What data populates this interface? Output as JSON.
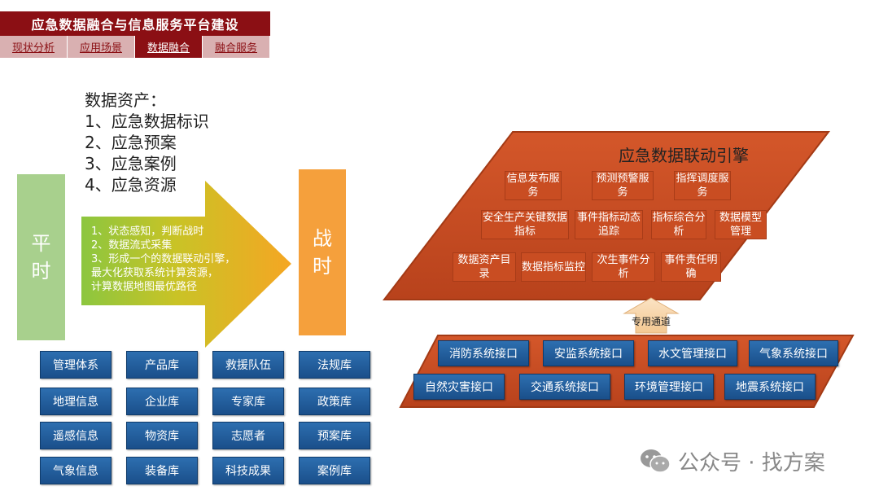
{
  "header": {
    "title": "应急数据融合与信息服务平台建设",
    "tabs": [
      {
        "label": "现状分析",
        "active": false
      },
      {
        "label": "应用场景",
        "active": false
      },
      {
        "label": "数据融合",
        "active": true
      },
      {
        "label": "融合服务",
        "active": false
      }
    ]
  },
  "assets": {
    "heading": "数据资产：",
    "items": [
      "1、应急数据标识",
      "2、应急预案",
      "3、应急案例",
      "4、应急资源"
    ]
  },
  "peace_label": [
    "平",
    "时"
  ],
  "war_label": [
    "战",
    "时"
  ],
  "arrow_lines": [
    "1、状态感知，判断战时",
    "2、数据流式采集",
    "3、形成一个的数据联动引擎，",
    "最大化获取系统计算资源，",
    "计算数据地图最优路径"
  ],
  "libraries": [
    [
      "管理体系",
      "产品库",
      "救援队伍",
      "法规库"
    ],
    [
      "地理信息",
      "企业库",
      "专家库",
      "政策库"
    ],
    [
      "遥感信息",
      "物资库",
      "志愿者",
      "预案库"
    ],
    [
      "气象信息",
      "装备库",
      "科技成果",
      "案例库"
    ]
  ],
  "engine": {
    "title": "应急数据联动引擎",
    "row1": [
      "信息发布服务",
      "预测预警服务",
      "指挥调度服务"
    ],
    "row2": [
      "安全生产关键数据指标",
      "事件指标动态追踪",
      "指标综合分析",
      "数据模型管理"
    ],
    "row3": [
      "数据资产目录",
      "数据指标监控",
      "次生事件分析",
      "事件责任明确"
    ]
  },
  "channel_label": "专用通道",
  "interfaces": {
    "row1": [
      "消防系统接口",
      "安监系统接口",
      "水文管理接口",
      "气象系统接口"
    ],
    "row2": [
      "自然灾害接口",
      "交通系统接口",
      "环境管理接口",
      "地震系统接口"
    ]
  },
  "watermark": "公众号 · 找方案",
  "colors": {
    "title_red": "#8b0f14",
    "peace_green": "#a8d08d",
    "war_orange": "#f5a03c",
    "engine_red": "#c94d22",
    "box_blue": "#2060a0"
  }
}
